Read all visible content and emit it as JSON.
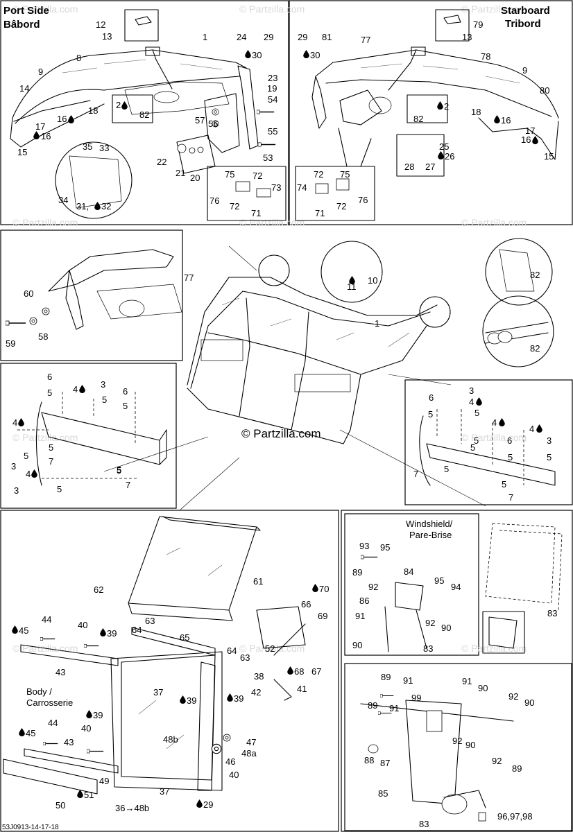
{
  "header": {
    "port_title_1": "Port Side",
    "port_title_2": "Bâbord",
    "starboard_title_1": "Starboard",
    "starboard_title_2": "Tribord"
  },
  "watermark": {
    "text": "© Partzilla.com",
    "center_text": "© Partzilla.com"
  },
  "notes": {
    "windshield_1": "Windshield/",
    "windshield_2": "Pare-Brise",
    "body_1": "Body /",
    "body_2": "Carrosserie"
  },
  "drawing_code": "53J0913-14-17-18",
  "glue_marker": "drop-icon",
  "callouts": {
    "portside": [
      "12",
      "13",
      "1",
      "24",
      "29",
      "30",
      "23",
      "19",
      "54",
      "8",
      "9",
      "14",
      "2",
      "82",
      "16",
      "18",
      "17",
      "16",
      "15",
      "57",
      "56",
      "55",
      "53",
      "35",
      "33",
      "22",
      "21",
      "20",
      "34",
      "31,",
      "32",
      "75",
      "72",
      "73",
      "76",
      "72",
      "71"
    ],
    "starboard": [
      "79",
      "13",
      "29",
      "81",
      "77",
      "30",
      "78",
      "9",
      "80",
      "82",
      "2",
      "18",
      "16",
      "17",
      "16",
      "15",
      "25",
      "26",
      "28",
      "27",
      "72",
      "75",
      "74",
      "76",
      "72",
      "71"
    ],
    "middle": [
      "77",
      "1",
      "11",
      "10",
      "82",
      "82",
      "60",
      "59",
      "58"
    ],
    "left_bracket": [
      "6",
      "4",
      "3",
      "5",
      "6",
      "5",
      "5",
      "4",
      "5",
      "3",
      "5",
      "7",
      "5",
      "4",
      "3",
      "5",
      "5",
      "7"
    ],
    "right_bracket": [
      "3",
      "6",
      "4",
      "5",
      "5",
      "4",
      "4",
      "3",
      "6",
      "5",
      "5",
      "5",
      "5",
      "7",
      "5",
      "5",
      "7"
    ],
    "lower_left": [
      "62",
      "61",
      "70",
      "66",
      "69",
      "44",
      "45",
      "40",
      "39",
      "63",
      "64",
      "65",
      "52",
      "68",
      "67",
      "43",
      "64",
      "63",
      "38",
      "37",
      "39",
      "39",
      "42",
      "41",
      "39",
      "40",
      "44",
      "45",
      "48b",
      "47",
      "48a",
      "43",
      "46",
      "49",
      "40",
      "50",
      "51",
      "36→48b",
      "37",
      "29"
    ],
    "lower_right_top": [
      "93",
      "95",
      "84",
      "89",
      "92",
      "95",
      "94",
      "86",
      "91",
      "92",
      "90",
      "90",
      "83",
      "83"
    ],
    "lower_right_bottom": [
      "89",
      "91",
      "91",
      "90",
      "92",
      "90",
      "89",
      "91",
      "99",
      "92",
      "90",
      "88",
      "87",
      "92",
      "89",
      "85",
      "83",
      "96,97,98"
    ]
  }
}
